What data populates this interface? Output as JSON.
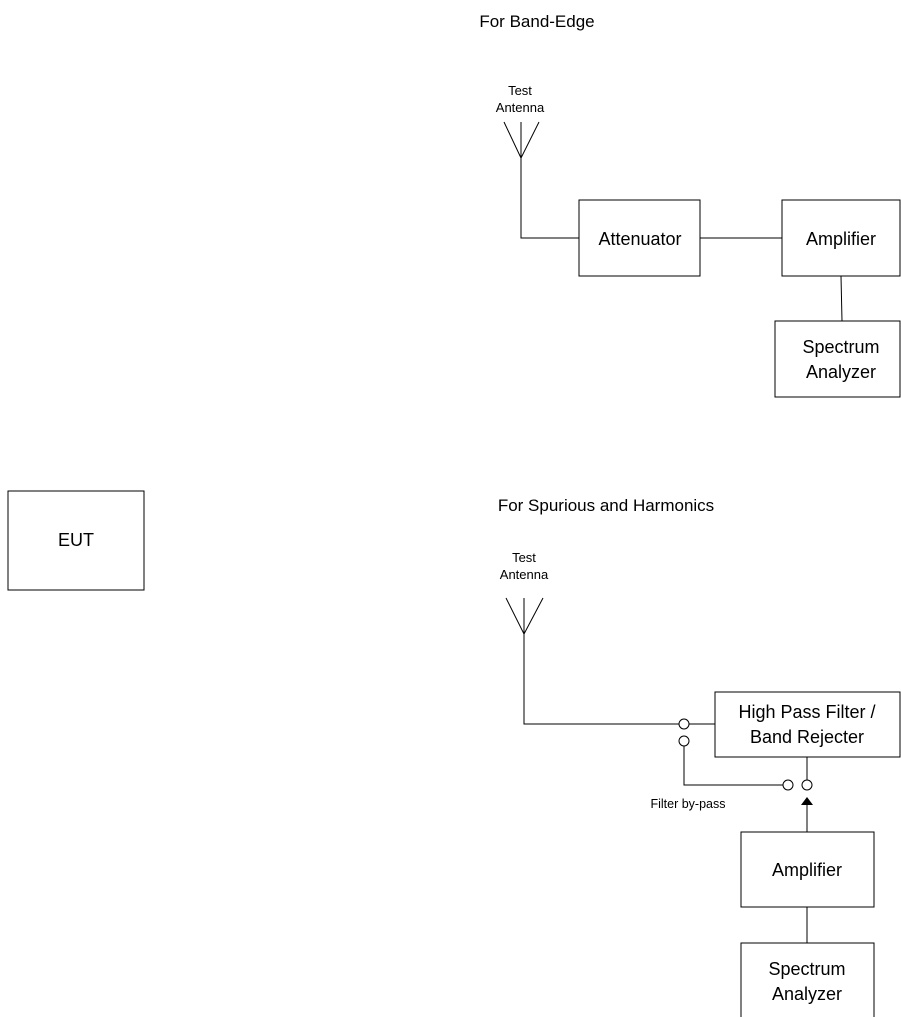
{
  "band_edge": {
    "title": "For Band-Edge",
    "antenna": {
      "line1": "Test",
      "line2": "Antenna"
    },
    "attenuator": "Attenuator",
    "amplifier": "Amplifier",
    "spectrum_analyzer": {
      "line1": "Spectrum",
      "line2": "Analyzer"
    }
  },
  "eut": {
    "label": "EUT"
  },
  "spurious": {
    "title": "For Spurious and Harmonics",
    "antenna": {
      "line1": "Test",
      "line2": "Antenna"
    },
    "filter": {
      "line1": "High Pass Filter /",
      "line2": "Band Rejecter"
    },
    "bypass": "Filter by-pass",
    "amplifier": "Amplifier",
    "spectrum_analyzer": {
      "line1": "Spectrum",
      "line2": "Analyzer"
    }
  }
}
